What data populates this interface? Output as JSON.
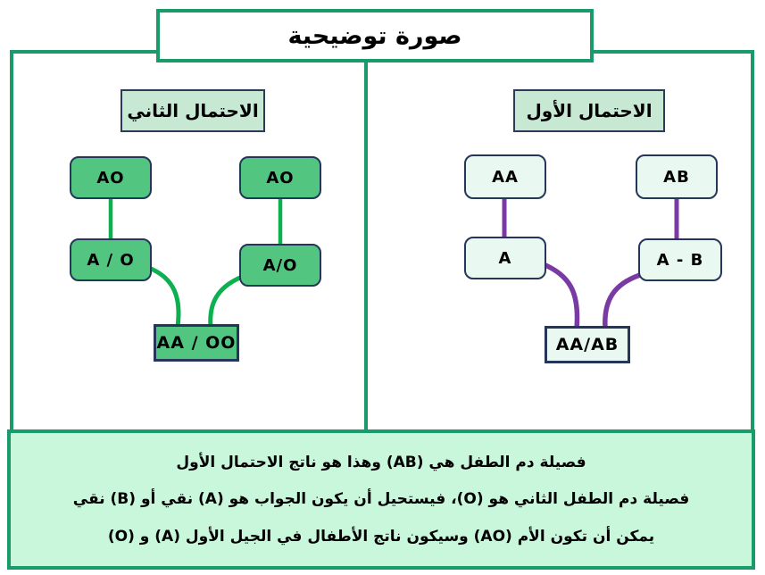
{
  "title": "صورة توضيحية",
  "panels": {
    "first": {
      "header": "الاحتمال الأول",
      "nodes": {
        "parent1": "AA",
        "parent2": "AB",
        "child1": "A",
        "child2": "A - B",
        "result": "AA/AB"
      }
    },
    "second": {
      "header": "الاحتمال الثاني",
      "nodes": {
        "parent1": "AO",
        "parent2": "AO",
        "child1": "A / O",
        "child2": "A/O",
        "result": "AA / OO"
      }
    }
  },
  "notes": {
    "line1": "فصيلة دم الطفل هي (AB) وهذا هو ناتج الاحتمال الأول",
    "line2": "فصيلة دم الطفل الثاني هو (O)، فيستحيل أن يكون الجواب هو (A)  نقي أو  (B) نقي",
    "line3": "يمكن أن تكون الأم (AO) وسيكون ناتج الأطفال في الجيل الأول (A) و (O)"
  },
  "colors": {
    "frame_green": "#199b6b",
    "node_green_fill": "#52c581",
    "node_light_fill": "#e9f9f1",
    "node_border_navy": "#25365a",
    "header_fill": "#c7e9d4",
    "notes_fill": "#c9f7dc",
    "connector_purple": "#7a3aa3",
    "connector_green": "#0cb04f"
  }
}
